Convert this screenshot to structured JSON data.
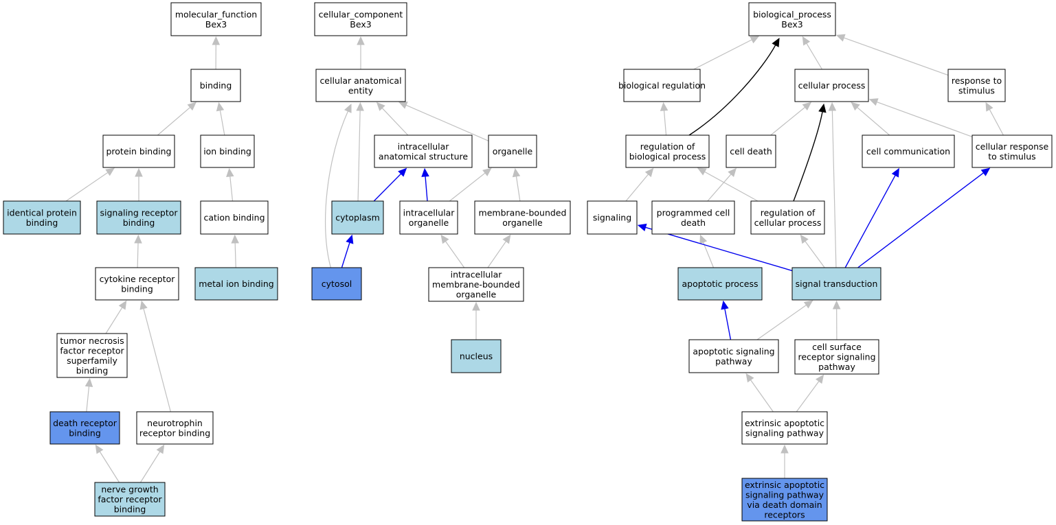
{
  "colors": {
    "plain": "#ffffff",
    "annotated": "#add8e6",
    "highlighted": "#6495ed",
    "edge_gray": "#c0c0c0",
    "edge_blue": "#0000ee",
    "edge_black": "#000000"
  },
  "nodes": [
    {
      "id": "mf",
      "lines": [
        "molecular_function",
        "Bex3"
      ],
      "fill": "plain"
    },
    {
      "id": "binding",
      "lines": [
        "binding"
      ],
      "fill": "plain"
    },
    {
      "id": "protein_binding",
      "lines": [
        "protein binding"
      ],
      "fill": "plain"
    },
    {
      "id": "ion_binding",
      "lines": [
        "ion binding"
      ],
      "fill": "plain"
    },
    {
      "id": "identical_protein_binding",
      "lines": [
        "identical protein",
        "binding"
      ],
      "fill": "annotated"
    },
    {
      "id": "signaling_receptor_binding",
      "lines": [
        "signaling receptor",
        "binding"
      ],
      "fill": "annotated"
    },
    {
      "id": "cation_binding",
      "lines": [
        "cation binding"
      ],
      "fill": "plain"
    },
    {
      "id": "cytokine_receptor_binding",
      "lines": [
        "cytokine receptor",
        "binding"
      ],
      "fill": "plain"
    },
    {
      "id": "metal_ion_binding",
      "lines": [
        "metal ion binding"
      ],
      "fill": "annotated"
    },
    {
      "id": "tnf_binding",
      "lines": [
        "tumor necrosis",
        "factor receptor",
        "superfamily",
        "binding"
      ],
      "fill": "plain"
    },
    {
      "id": "death_receptor_binding",
      "lines": [
        "death receptor",
        "binding"
      ],
      "fill": "highlighted"
    },
    {
      "id": "neurotrophin_binding",
      "lines": [
        "neurotrophin",
        "receptor binding"
      ],
      "fill": "plain"
    },
    {
      "id": "ngf_binding",
      "lines": [
        "nerve growth",
        "factor receptor",
        "binding"
      ],
      "fill": "annotated"
    },
    {
      "id": "cc",
      "lines": [
        "cellular_component",
        "Bex3"
      ],
      "fill": "plain"
    },
    {
      "id": "cae",
      "lines": [
        "cellular anatomical",
        "entity"
      ],
      "fill": "plain"
    },
    {
      "id": "ias",
      "lines": [
        "intracellular",
        "anatomical structure"
      ],
      "fill": "plain"
    },
    {
      "id": "organelle",
      "lines": [
        "organelle"
      ],
      "fill": "plain"
    },
    {
      "id": "cytoplasm",
      "lines": [
        "cytoplasm"
      ],
      "fill": "annotated"
    },
    {
      "id": "intra_organelle",
      "lines": [
        "intracellular",
        "organelle"
      ],
      "fill": "plain"
    },
    {
      "id": "mbo",
      "lines": [
        "membrane-bounded",
        "organelle"
      ],
      "fill": "plain"
    },
    {
      "id": "cytosol",
      "lines": [
        "cytosol"
      ],
      "fill": "highlighted"
    },
    {
      "id": "imbo",
      "lines": [
        "intracellular",
        "membrane-bounded",
        "organelle"
      ],
      "fill": "plain"
    },
    {
      "id": "nucleus",
      "lines": [
        "nucleus"
      ],
      "fill": "annotated"
    },
    {
      "id": "bp",
      "lines": [
        "biological_process",
        "Bex3"
      ],
      "fill": "plain"
    },
    {
      "id": "bioreg",
      "lines": [
        "biological regulation"
      ],
      "fill": "plain"
    },
    {
      "id": "cellproc",
      "lines": [
        "cellular process"
      ],
      "fill": "plain"
    },
    {
      "id": "resp_stim",
      "lines": [
        "response to",
        "stimulus"
      ],
      "fill": "plain"
    },
    {
      "id": "reg_bp",
      "lines": [
        "regulation of",
        "biological process"
      ],
      "fill": "plain"
    },
    {
      "id": "cell_death",
      "lines": [
        "cell death"
      ],
      "fill": "plain"
    },
    {
      "id": "cell_comm",
      "lines": [
        "cell communication"
      ],
      "fill": "plain"
    },
    {
      "id": "cell_resp",
      "lines": [
        "cellular response",
        "to stimulus"
      ],
      "fill": "plain"
    },
    {
      "id": "signaling",
      "lines": [
        "signaling"
      ],
      "fill": "plain"
    },
    {
      "id": "pcd",
      "lines": [
        "programmed cell",
        "death"
      ],
      "fill": "plain"
    },
    {
      "id": "reg_cp",
      "lines": [
        "regulation of",
        "cellular process"
      ],
      "fill": "plain"
    },
    {
      "id": "apoptotic",
      "lines": [
        "apoptotic process"
      ],
      "fill": "annotated"
    },
    {
      "id": "signal_trans",
      "lines": [
        "signal transduction"
      ],
      "fill": "annotated"
    },
    {
      "id": "apop_sig",
      "lines": [
        "apoptotic signaling",
        "pathway"
      ],
      "fill": "plain"
    },
    {
      "id": "csrs",
      "lines": [
        "cell surface",
        "receptor signaling",
        "pathway"
      ],
      "fill": "plain"
    },
    {
      "id": "ext_apop",
      "lines": [
        "extrinsic apoptotic",
        "signaling pathway"
      ],
      "fill": "plain"
    },
    {
      "id": "ext_apop_dd",
      "lines": [
        "extrinsic apoptotic",
        "signaling pathway",
        "via death domain",
        "receptors"
      ],
      "fill": "highlighted"
    }
  ],
  "edges": [
    {
      "from": "binding",
      "to": "mf",
      "color": "gray"
    },
    {
      "from": "protein_binding",
      "to": "binding",
      "color": "gray"
    },
    {
      "from": "ion_binding",
      "to": "binding",
      "color": "gray"
    },
    {
      "from": "identical_protein_binding",
      "to": "protein_binding",
      "color": "gray"
    },
    {
      "from": "signaling_receptor_binding",
      "to": "protein_binding",
      "color": "gray"
    },
    {
      "from": "cation_binding",
      "to": "ion_binding",
      "color": "gray"
    },
    {
      "from": "cytokine_receptor_binding",
      "to": "signaling_receptor_binding",
      "color": "gray"
    },
    {
      "from": "metal_ion_binding",
      "to": "cation_binding",
      "color": "gray"
    },
    {
      "from": "tnf_binding",
      "to": "cytokine_receptor_binding",
      "color": "gray"
    },
    {
      "from": "neurotrophin_binding",
      "to": "cytokine_receptor_binding",
      "color": "gray"
    },
    {
      "from": "death_receptor_binding",
      "to": "tnf_binding",
      "color": "gray"
    },
    {
      "from": "ngf_binding",
      "to": "death_receptor_binding",
      "color": "gray"
    },
    {
      "from": "ngf_binding",
      "to": "neurotrophin_binding",
      "color": "gray"
    },
    {
      "from": "cae",
      "to": "cc",
      "color": "gray"
    },
    {
      "from": "ias",
      "to": "cae",
      "color": "gray"
    },
    {
      "from": "organelle",
      "to": "cae",
      "color": "gray"
    },
    {
      "from": "cytoplasm",
      "to": "cae",
      "color": "gray"
    },
    {
      "from": "cytosol",
      "to": "cae",
      "color": "gray"
    },
    {
      "from": "cytoplasm",
      "to": "ias",
      "color": "blue"
    },
    {
      "from": "intra_organelle",
      "to": "ias",
      "color": "blue"
    },
    {
      "from": "intra_organelle",
      "to": "organelle",
      "color": "gray"
    },
    {
      "from": "mbo",
      "to": "organelle",
      "color": "gray"
    },
    {
      "from": "cytosol",
      "to": "cytoplasm",
      "color": "blue"
    },
    {
      "from": "imbo",
      "to": "intra_organelle",
      "color": "gray"
    },
    {
      "from": "imbo",
      "to": "mbo",
      "color": "gray"
    },
    {
      "from": "nucleus",
      "to": "imbo",
      "color": "gray"
    },
    {
      "from": "bioreg",
      "to": "bp",
      "color": "gray"
    },
    {
      "from": "cellproc",
      "to": "bp",
      "color": "gray"
    },
    {
      "from": "resp_stim",
      "to": "bp",
      "color": "gray"
    },
    {
      "from": "reg_bp",
      "to": "bp",
      "color": "black"
    },
    {
      "from": "reg_bp",
      "to": "bioreg",
      "color": "gray"
    },
    {
      "from": "cell_death",
      "to": "cellproc",
      "color": "gray"
    },
    {
      "from": "cell_comm",
      "to": "cellproc",
      "color": "gray"
    },
    {
      "from": "cell_resp",
      "to": "cellproc",
      "color": "gray"
    },
    {
      "from": "cell_resp",
      "to": "resp_stim",
      "color": "gray"
    },
    {
      "from": "reg_cp",
      "to": "cellproc",
      "color": "black"
    },
    {
      "from": "signal_trans",
      "to": "cellproc",
      "color": "gray"
    },
    {
      "from": "signaling",
      "to": "reg_bp",
      "color": "gray"
    },
    {
      "from": "reg_cp",
      "to": "reg_bp",
      "color": "gray"
    },
    {
      "from": "pcd",
      "to": "cell_death",
      "color": "gray"
    },
    {
      "from": "apoptotic",
      "to": "pcd",
      "color": "gray"
    },
    {
      "from": "signal_trans",
      "to": "signaling",
      "color": "blue"
    },
    {
      "from": "signal_trans",
      "to": "reg_cp",
      "color": "gray"
    },
    {
      "from": "signal_trans",
      "to": "cell_comm",
      "color": "blue"
    },
    {
      "from": "signal_trans",
      "to": "cell_resp",
      "color": "blue"
    },
    {
      "from": "apop_sig",
      "to": "apoptotic",
      "color": "blue"
    },
    {
      "from": "apop_sig",
      "to": "signal_trans",
      "color": "gray"
    },
    {
      "from": "csrs",
      "to": "signal_trans",
      "color": "gray"
    },
    {
      "from": "ext_apop",
      "to": "apop_sig",
      "color": "gray"
    },
    {
      "from": "ext_apop",
      "to": "csrs",
      "color": "gray"
    },
    {
      "from": "ext_apop_dd",
      "to": "ext_apop",
      "color": "gray"
    }
  ]
}
